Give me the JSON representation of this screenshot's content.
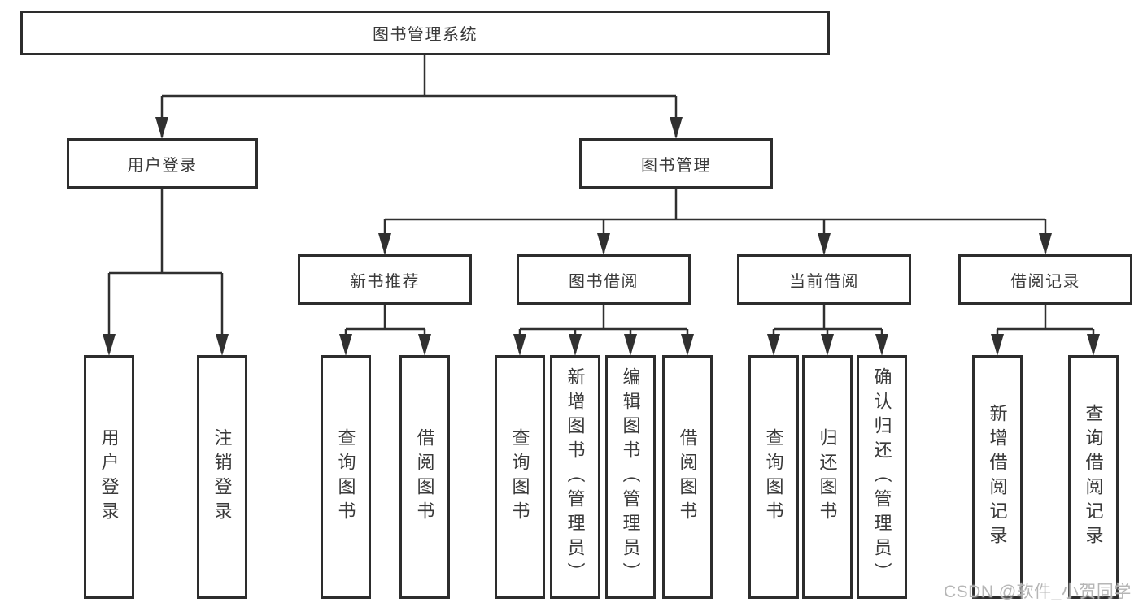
{
  "tree": {
    "label": "图书管理系统",
    "children": [
      {
        "label": "用户登录",
        "children": [
          {
            "label": "用户登录"
          },
          {
            "label": "注销登录"
          }
        ]
      },
      {
        "label": "图书管理",
        "children": [
          {
            "label": "新书推荐",
            "children": [
              {
                "label": "查询图书"
              },
              {
                "label": "借阅图书"
              }
            ]
          },
          {
            "label": "图书借阅",
            "children": [
              {
                "label": "查询图书"
              },
              {
                "label": "新增图书（管理员）"
              },
              {
                "label": "编辑图书（管理员）"
              },
              {
                "label": "借阅图书"
              }
            ]
          },
          {
            "label": "当前借阅",
            "children": [
              {
                "label": "查询图书"
              },
              {
                "label": "归还图书"
              },
              {
                "label": "确认归还（管理员）"
              }
            ]
          },
          {
            "label": "借阅记录",
            "children": [
              {
                "label": "新增借阅记录"
              },
              {
                "label": "查询借阅记录"
              }
            ]
          }
        ]
      }
    ]
  },
  "watermark": {
    "text": "CSDN @软件_小贺同学"
  },
  "colors": {
    "line": "#303030",
    "box_border": "#2d2d2d",
    "text": "#3a3a3a",
    "background": "#ffffff",
    "watermark": "#b2b2b2"
  }
}
